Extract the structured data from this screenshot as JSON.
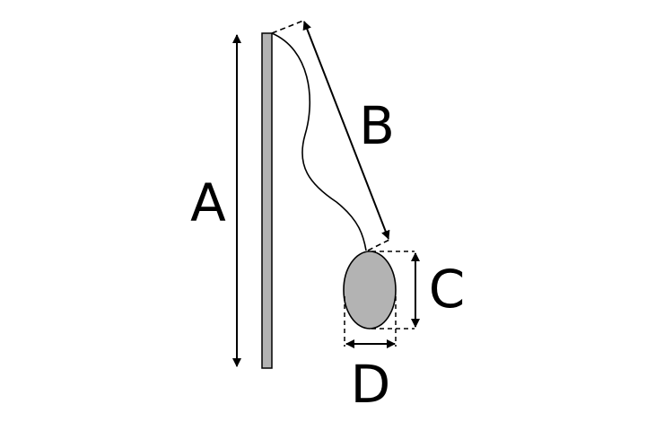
{
  "labels": {
    "a": "A",
    "b": "B",
    "c": "C",
    "d": "D"
  },
  "colors": {
    "fill": "#b3b3b3",
    "stroke": "#000000",
    "background": "#ffffff"
  }
}
